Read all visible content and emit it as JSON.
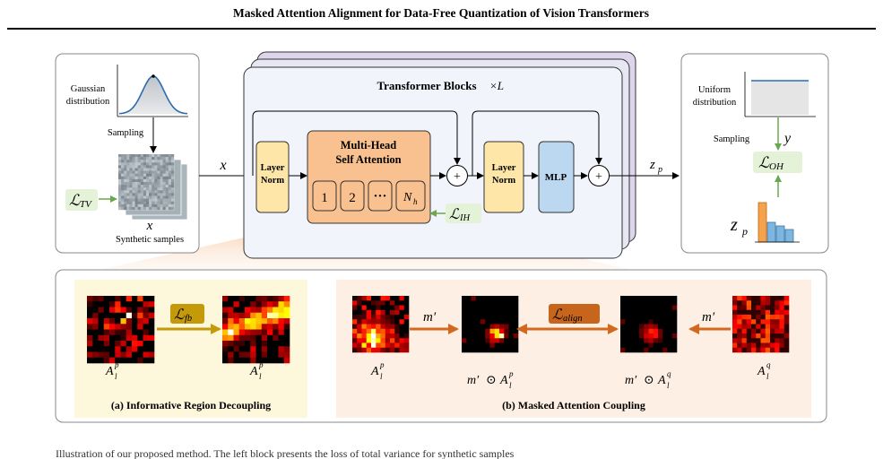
{
  "header": {
    "title": "Masked Attention Alignment for Data-Free Quantization of Vision Transformers"
  },
  "left_panel": {
    "gaussian_label_1": "Gaussian",
    "gaussian_label_2": "distribution",
    "sampling": "Sampling",
    "loss_tv": "TV",
    "x_var": "x",
    "synthetic": "Synthetic samples"
  },
  "middle": {
    "x_in": "x",
    "title": "Transformer Blocks",
    "times_l": "×L",
    "layer_norm_1": "Layer",
    "layer_norm_2": "Norm",
    "mhsa_1": "Multi-Head",
    "mhsa_2": "Self Attention",
    "head_1": "1",
    "head_2": "2",
    "head_dots": "···",
    "head_n": "N",
    "head_n_sub": "h",
    "plus": "+",
    "mlp": "MLP",
    "loss_ih": "IH",
    "z_out": "z",
    "z_out_sub": "p"
  },
  "right_panel": {
    "uniform_1": "Uniform",
    "uniform_2": "distribution",
    "sampling": "Sampling",
    "y": "y",
    "loss_oh": "OH",
    "zp": "z",
    "zp_sub": "p"
  },
  "panel_a": {
    "loss_fb": "fb",
    "a_label": "A",
    "a_sub": "l",
    "a_sup": "p",
    "caption": "(a) Informative Region Decoupling"
  },
  "panel_b": {
    "m_prime": "m′",
    "loss_align": "align",
    "odot": "⊙",
    "a_label": "A",
    "a_sub": "l",
    "sup_p": "p",
    "sup_q": "q",
    "caption": "(b) Masked Attention Coupling"
  },
  "loss_symbol": "ℒ",
  "caption_fragment": "Illustration of our proposed method. The left block presents the loss of total variance for synthetic samples",
  "colors": {
    "block_fill": "#f1f5fb",
    "layernorm_fill": "#fde6a8",
    "mhsa_fill": "#f9c18f",
    "mlp_fill": "#bcd7f0",
    "loss_green_fill": "#e4f3d8",
    "loss_fb_fill": "#c49a0a",
    "loss_align_fill": "#c8651c",
    "panel_a_fill": "#fdf7dc",
    "panel_b_fill": "#fdefe3",
    "arrow_orange": "#d2691e",
    "arrow_gold": "#c49a0a",
    "arrow_green": "#6aa84f"
  }
}
